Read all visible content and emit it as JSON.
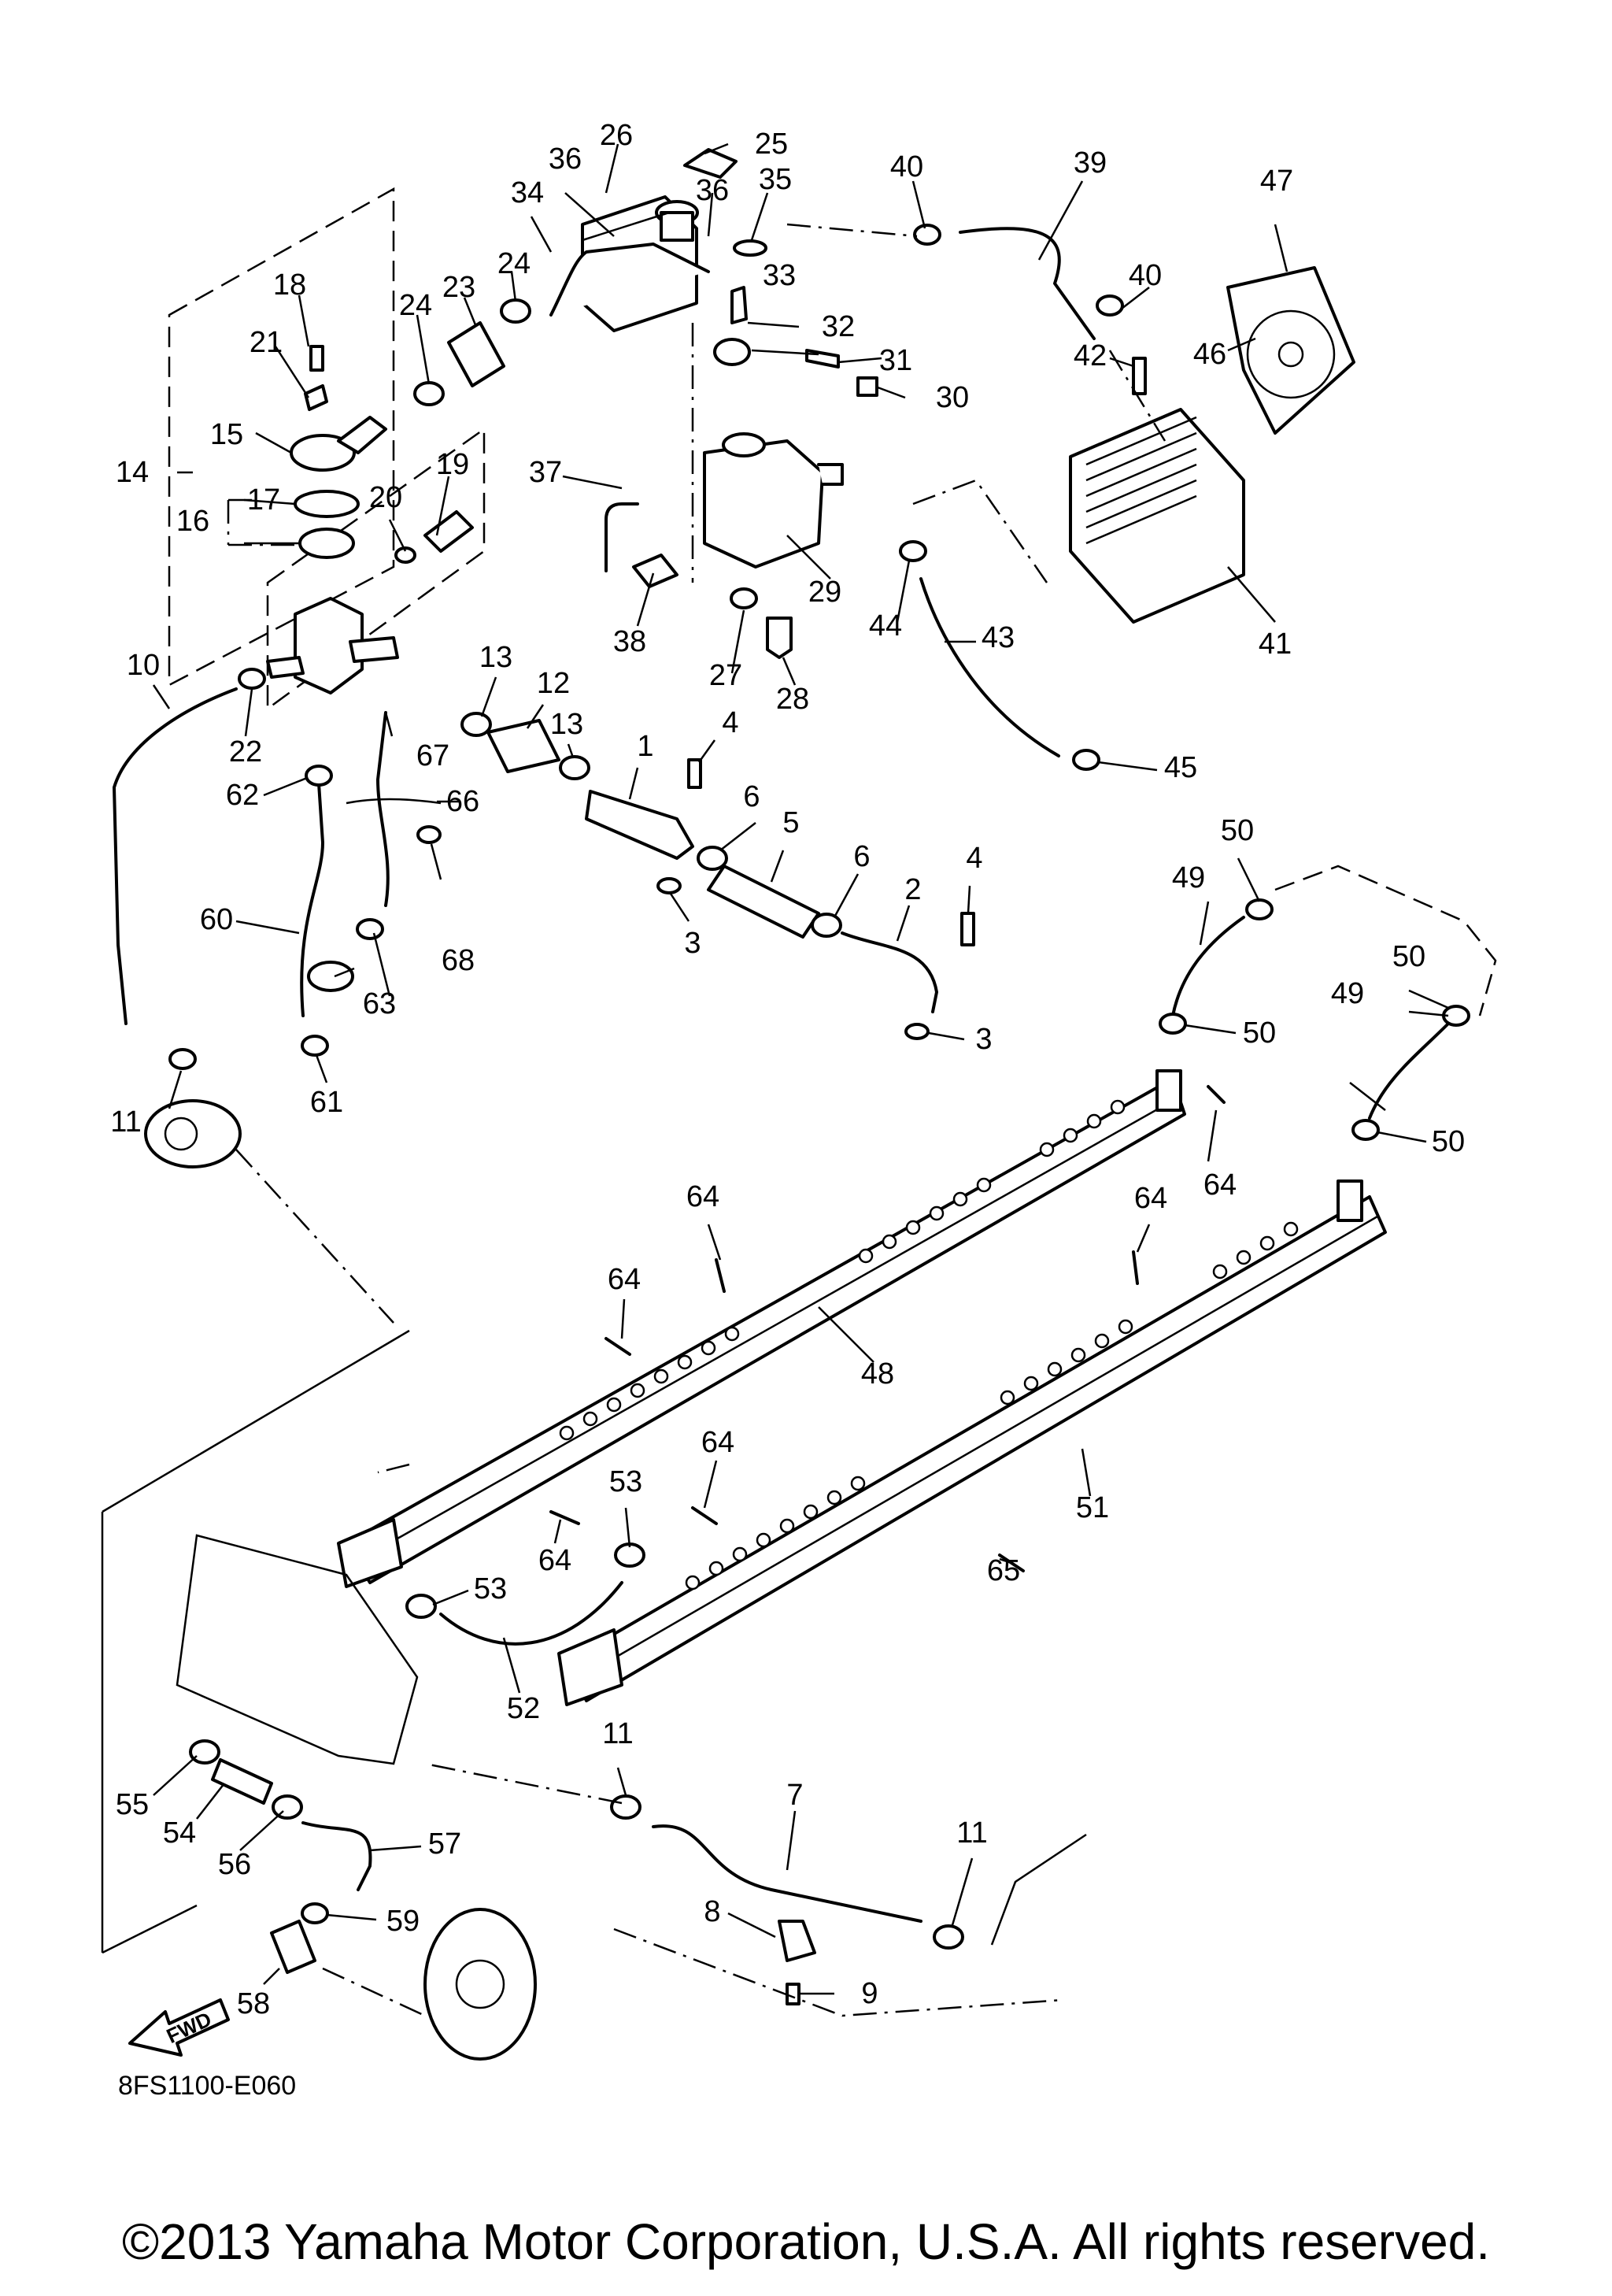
{
  "diagram_code": "8FS1100-E060",
  "copyright": "©2013 Yamaha Motor Corporation, U.S.A. All rights reserved.",
  "direction_label": "FWD",
  "callouts": [
    "1",
    "2",
    "3",
    "3",
    "4",
    "4",
    "5",
    "6",
    "6",
    "7",
    "8",
    "9",
    "10",
    "11",
    "11",
    "11",
    "12",
    "13",
    "13",
    "14",
    "15",
    "16",
    "17",
    "18",
    "19",
    "20",
    "21",
    "22",
    "23",
    "24",
    "24",
    "25",
    "26",
    "27",
    "28",
    "29",
    "30",
    "31",
    "32",
    "33",
    "34",
    "35",
    "36",
    "36",
    "37",
    "38",
    "39",
    "40",
    "40",
    "41",
    "42",
    "43",
    "44",
    "45",
    "46",
    "47",
    "48",
    "49",
    "49",
    "50",
    "50",
    "50",
    "50",
    "51",
    "52",
    "53",
    "53",
    "54",
    "55",
    "56",
    "57",
    "58",
    "59",
    "60",
    "61",
    "62",
    "63",
    "64",
    "64",
    "64",
    "64",
    "64",
    "64",
    "65",
    "66",
    "67",
    "68"
  ]
}
